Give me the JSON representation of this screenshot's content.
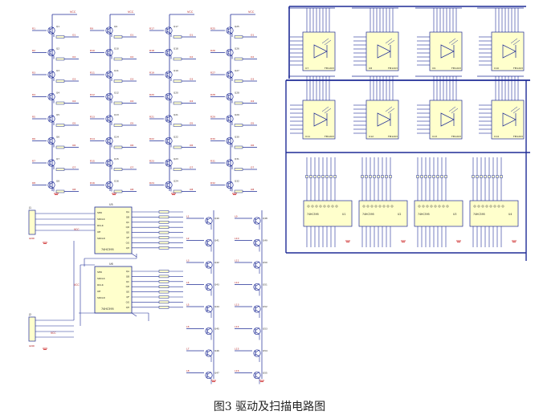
{
  "caption": "图3  驱动及扫描电路图",
  "colors": {
    "wire_blue": "#1f2c96",
    "label_red": "#b01818",
    "component_fill": "#ffffcc",
    "ground_red": "#cc2020",
    "text_dark": "#222222"
  },
  "driver_grid": {
    "columns": 4,
    "rows_per_column": 8
  },
  "led_matrix_panel": {
    "rows": 2,
    "modules_per_row": 4,
    "chip_label": "FM1203"
  },
  "bottom_driver_ics": {
    "count": 4,
    "chip_label": "74HC595",
    "designators": [
      "U1",
      "U2",
      "U3",
      "U4"
    ]
  },
  "shift_registers": [
    {
      "designator": "U5",
      "part": "74HC595",
      "pins_left": [
        "SER",
        "SRCLK",
        "RCLK",
        "OE",
        "SRCLR"
      ],
      "pins_right": [
        "QA",
        "QB",
        "QC",
        "QD",
        "QE",
        "QF",
        "QG",
        "QH"
      ]
    },
    {
      "designator": "U6",
      "part": "74HC595",
      "pins_left": [
        "SER",
        "SRCLK",
        "RCLK",
        "OE",
        "SRCLR"
      ],
      "pins_right": [
        "QA",
        "QB",
        "QC",
        "QD",
        "QE",
        "QF",
        "QG",
        "QH"
      ]
    }
  ],
  "connectors": [
    {
      "designator": "J1",
      "label": "GND"
    },
    {
      "designator": "J2",
      "label": "GND"
    }
  ],
  "power_label": "VCC",
  "scan_transistor_chain": {
    "columns": 2,
    "per_column": 8
  }
}
